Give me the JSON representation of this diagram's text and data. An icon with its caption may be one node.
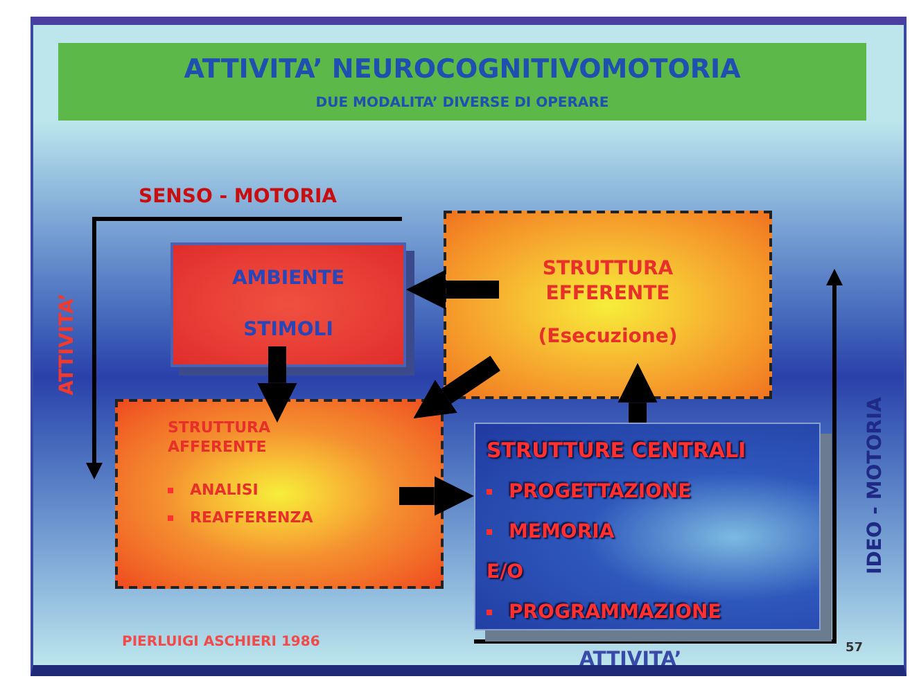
{
  "diagram": {
    "title": "ATTIVITA’ NEUROCOGNITIVOMOTORIA",
    "nodes": [
      {
        "text": [
          "AMBIENTE",
          "STIMOLI"
        ]
      },
      {
        "text": [
          "STRUTTURA EFFERENTE",
          "(Esecuzione)"
        ]
      },
      {
        "text": [
          "STRUTTURA AFFERENTE",
          "ANALISI",
          "REAFFERENZA"
        ]
      },
      {
        "text": [
          "STRUTTURE CENTRALI",
          "PROGETTAZIONE",
          "MEMORIA",
          "E/O",
          "PROGRAMMAZIONE"
        ]
      }
    ],
    "edges": [
      {
        "from": 1,
        "to": 0,
        "arrow": "to"
      },
      {
        "from": 1,
        "to": 2,
        "arrow": "to"
      },
      {
        "from": 0,
        "to": 2,
        "arrow": "to"
      },
      {
        "from": 2,
        "to": 3,
        "arrow": "to"
      },
      {
        "from": 3,
        "to": 1,
        "arrow": "to"
      }
    ],
    "labels": [
      "DUE MODALITA’ DIVERSE DI OPERARE",
      "SENSO - MOTORIA",
      "ATTIVITA’",
      "IDEO - MOTORIA",
      "ATTIVITA’",
      "PIERLUIGI ASCHIERI 1986",
      "57"
    ]
  }
}
